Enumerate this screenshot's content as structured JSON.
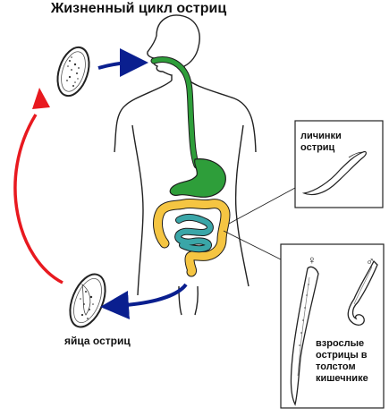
{
  "title": "Жизненный цикл остриц",
  "labels": {
    "eggs": "яйца остриц",
    "larvae_line1": "личинки",
    "larvae_line2": "остриц",
    "adults_line1": "взрослые",
    "adults_line2": "острицы в",
    "adults_line3": "толстом",
    "adults_line4": "кишечнике",
    "female_symbol": "♀",
    "male_symbol": "♂"
  },
  "colors": {
    "stomach": "#2e9e3a",
    "colon": "#f5c542",
    "small_intestine": "#3aa6a8",
    "arrow_blue": "#0a1f8f",
    "arrow_red": "#e8191f",
    "outline": "#222222"
  }
}
